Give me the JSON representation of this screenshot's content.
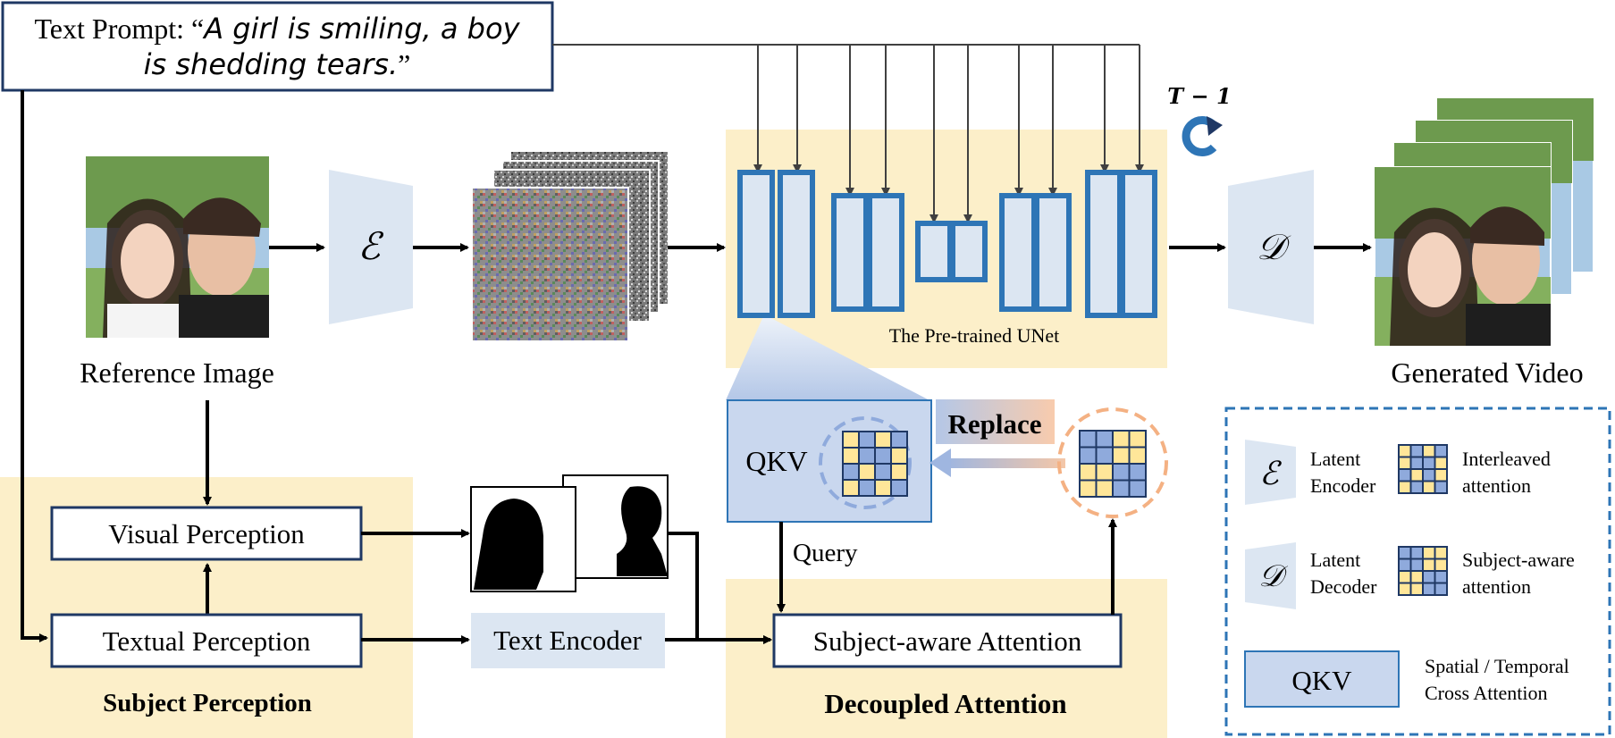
{
  "prompt": {
    "label": "Text Prompt: “",
    "line1": "A girl is smiling, a boy",
    "line2": "is shedding tears.",
    "close_quote": "”"
  },
  "reference_image": {
    "label": "Reference Image"
  },
  "encoder": {
    "symbol": "ℰ"
  },
  "decoder": {
    "symbol": "𝒟"
  },
  "unet": {
    "label": "The Pre-trained UNet",
    "timestep": "T − 1"
  },
  "generated_video": {
    "label": "Generated Video"
  },
  "subject_perception": {
    "title": "Subject Perception",
    "visual": "Visual Perception",
    "textual": "Textual Perception"
  },
  "text_encoder": {
    "label": "Text Encoder"
  },
  "decoupled_attention": {
    "title": "Decoupled Attention",
    "qkv": "QKV",
    "replace": "Replace",
    "query": "Query",
    "subject_attention": "Subject-aware Attention"
  },
  "legend": {
    "latent_encoder": [
      "Latent",
      "Encoder"
    ],
    "interleaved": [
      "Interleaved",
      "attention"
    ],
    "latent_decoder": [
      "Latent",
      "Decoder"
    ],
    "subject_aware": [
      "Subject-aware",
      "attention"
    ],
    "qkv": "QKV",
    "cross": [
      "Spatial / Temporal",
      "Cross Attention"
    ]
  },
  "colors": {
    "panel_yellow": "#fcefc9",
    "light_blue": "#dce6f2",
    "unet_blue": "#2e75b6",
    "grid_yellow": "#ffe699",
    "grid_blue": "#8faadc",
    "dashed_orange": "#f4b183",
    "dashed_blue": "#8faadc"
  }
}
